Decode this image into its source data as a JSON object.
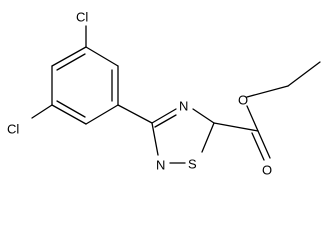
{
  "molecule": {
    "atoms": {
      "cl_top": "Cl",
      "cl_bottom": "Cl",
      "n4": "N",
      "n2": "N",
      "s1": "S",
      "o_carbonyl": "O",
      "o_ester": "O"
    }
  },
  "colors": {
    "bond": "#000000",
    "text": "#000000",
    "background": "#ffffff"
  }
}
